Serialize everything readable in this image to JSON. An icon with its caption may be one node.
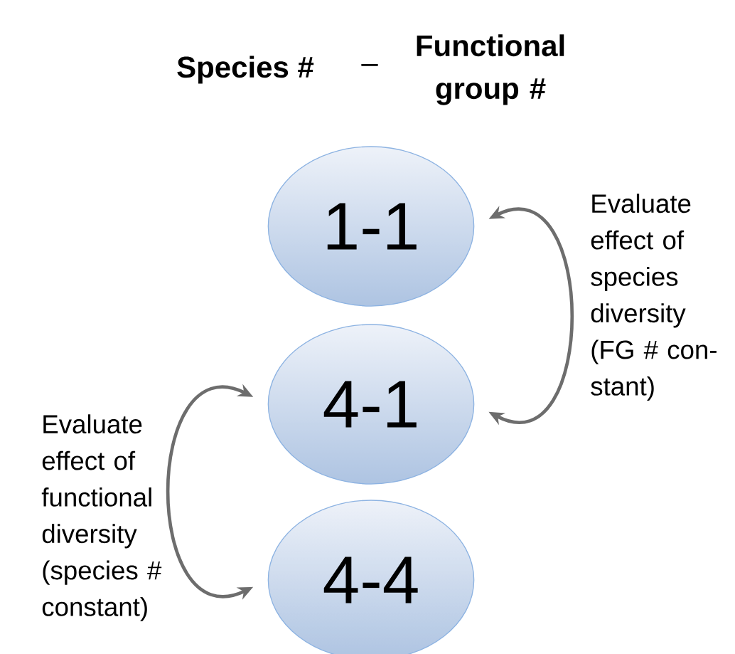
{
  "diagram": {
    "nodes": [
      {
        "text": [
          "1-1"
        ]
      },
      {
        "text": [
          "4-1"
        ]
      },
      {
        "text": [
          "4-4"
        ]
      }
    ],
    "edges": [
      {
        "from": 0,
        "to": 1,
        "arrow": "both",
        "label": "Evaluate effect of species diversity (FG # con- stant)"
      },
      {
        "from": 1,
        "to": 2,
        "arrow": "both",
        "label": "Evaluate effect of functional diversity (species # constant)"
      }
    ],
    "labels": [
      "Species #",
      "–",
      "Functional group #"
    ]
  }
}
